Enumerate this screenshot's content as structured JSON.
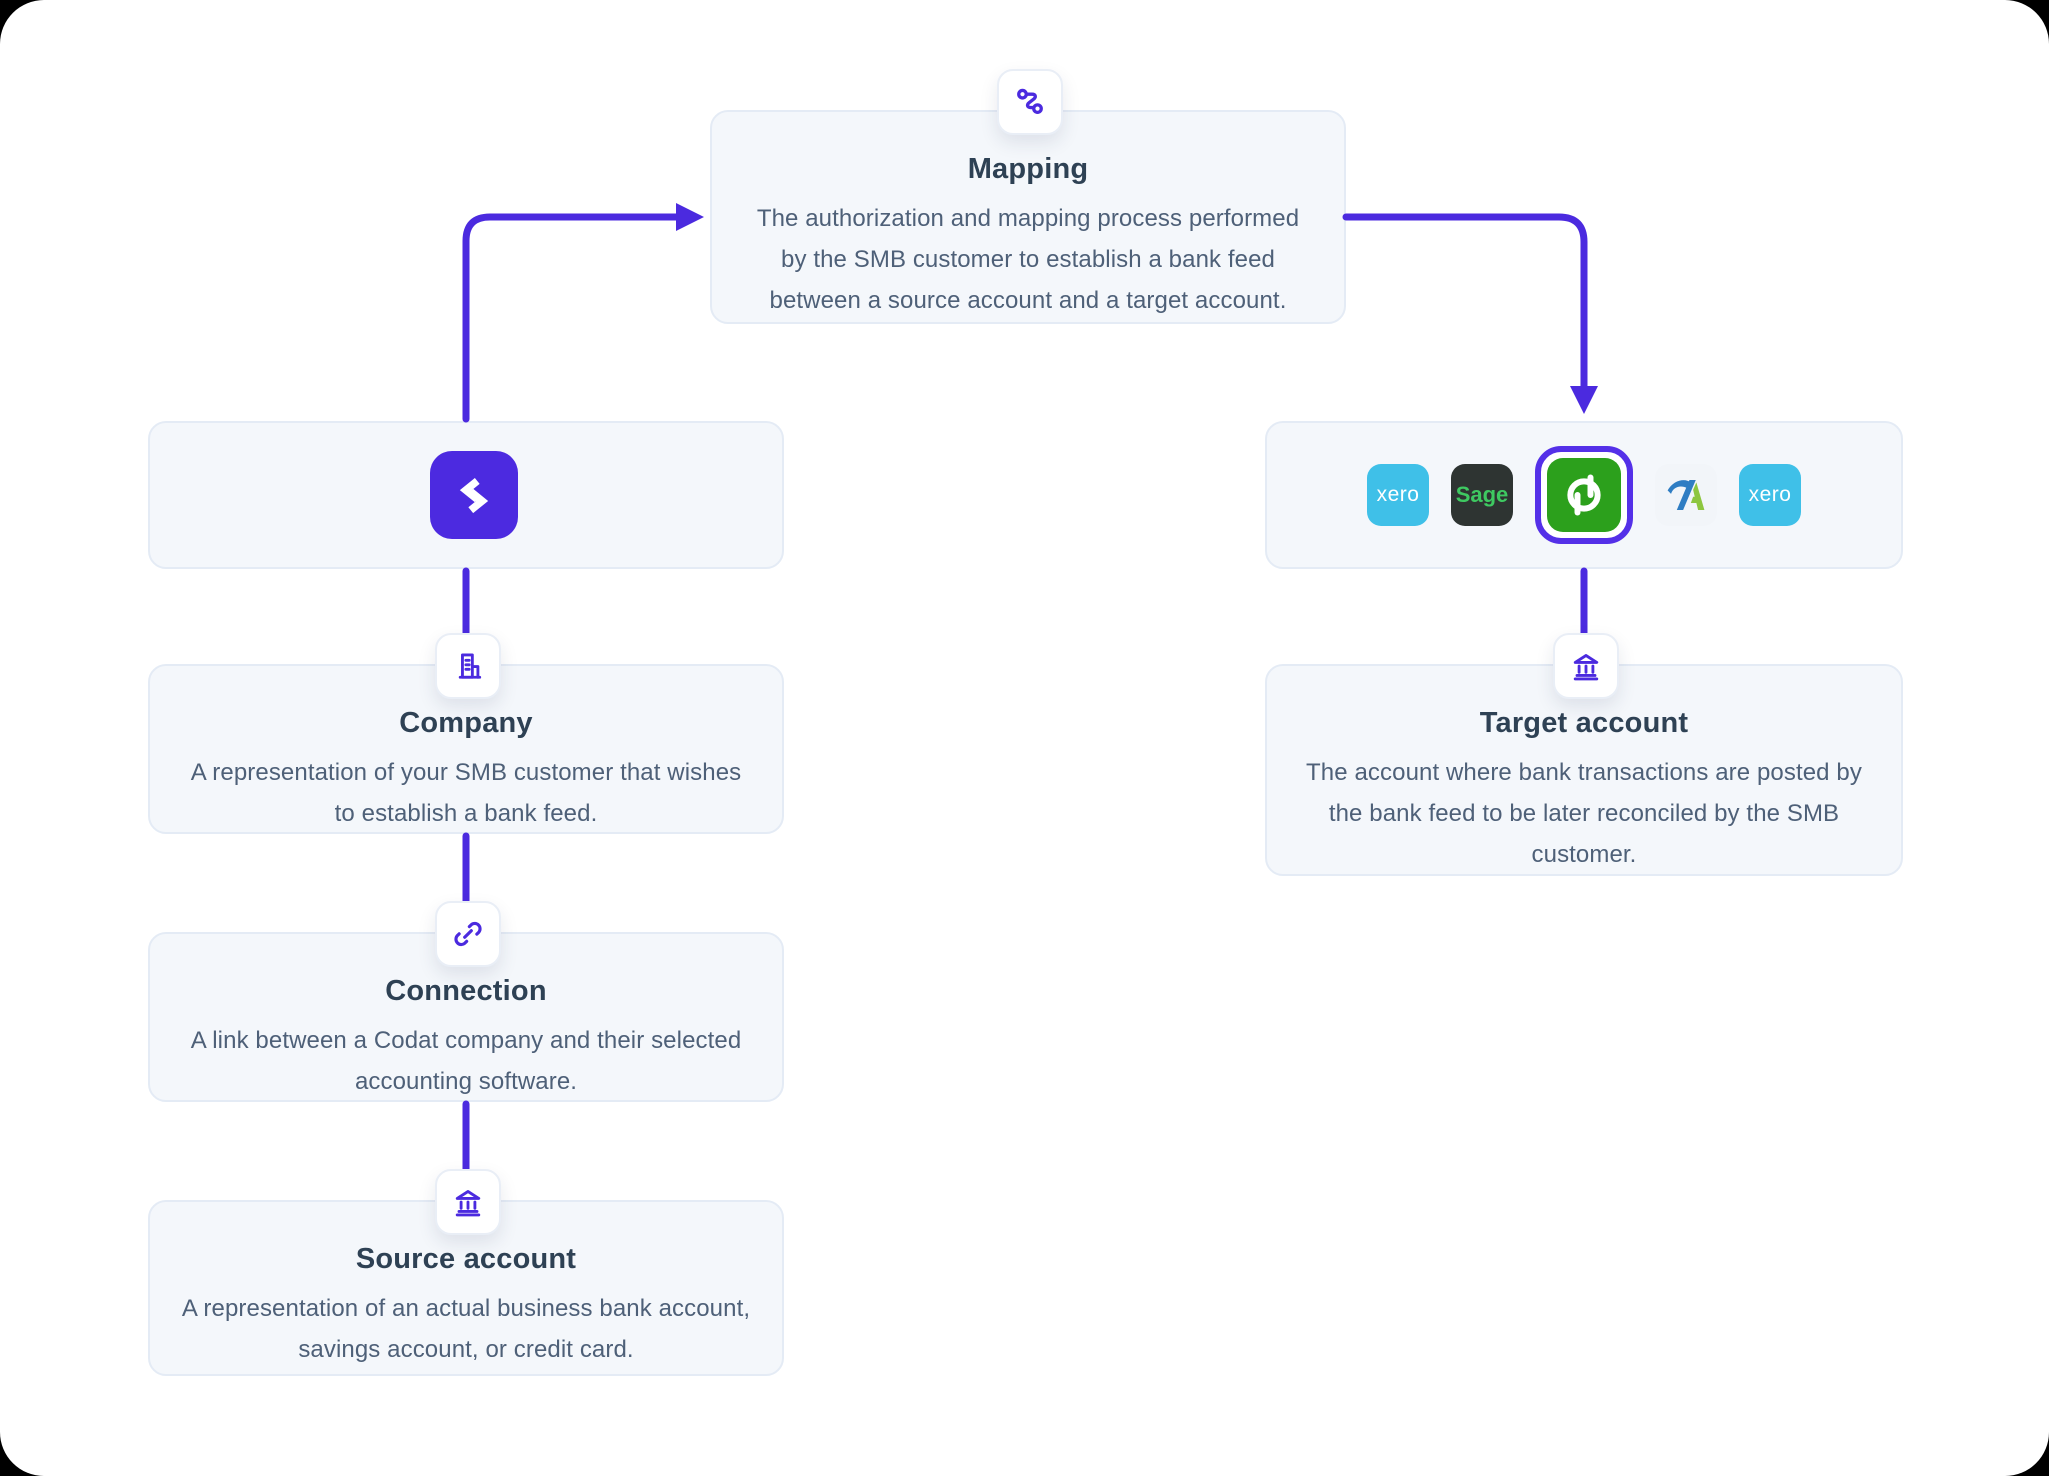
{
  "colors": {
    "accent_purple": "#4b2adf",
    "codat_logo_bg": "#4c2ae0",
    "card_bg": "#f4f7fb",
    "card_border": "#e4ebf5",
    "title_text": "#2e4154",
    "body_text": "#4e6078",
    "xero_blue": "#3fc0e8",
    "sage_dark": "#2e3432",
    "sage_green": "#3ec961",
    "quickbooks_green": "#2ca01c",
    "freeagent_blue": "#2f7dc3",
    "freeagent_green": "#8dc63f",
    "selected_ring": "#5430e8"
  },
  "cards": {
    "mapping": {
      "icon": "route-icon",
      "title": "Mapping",
      "description": "The authorization and mapping process performed by the SMB customer to establish a bank feed between a source account and a target account."
    },
    "company": {
      "icon": "building-icon",
      "title": "Company",
      "description": "A representation of your SMB customer that wishes to establish a bank feed."
    },
    "connection": {
      "icon": "link-icon",
      "title": "Connection",
      "description": "A link between a Codat company and their selected accounting software."
    },
    "source_account": {
      "icon": "bank-icon",
      "title": "Source account",
      "description": "A representation of an actual business bank account, savings account, or credit card."
    },
    "target_account": {
      "icon": "bank-icon",
      "title": "Target account",
      "description": "The account where bank transactions are posted by the bank feed to be later reconciled by the SMB customer."
    }
  },
  "codat_node": {
    "logo": "codat-chevrons-logo"
  },
  "software": {
    "items": [
      {
        "name": "xero",
        "label": "xero",
        "selected": false
      },
      {
        "name": "sage",
        "label": "Sage",
        "selected": false
      },
      {
        "name": "quickbooks",
        "label": "qb",
        "selected": true
      },
      {
        "name": "freeagent",
        "label": "FreeAgent",
        "selected": false
      },
      {
        "name": "xero",
        "label": "xero",
        "selected": false
      }
    ]
  }
}
